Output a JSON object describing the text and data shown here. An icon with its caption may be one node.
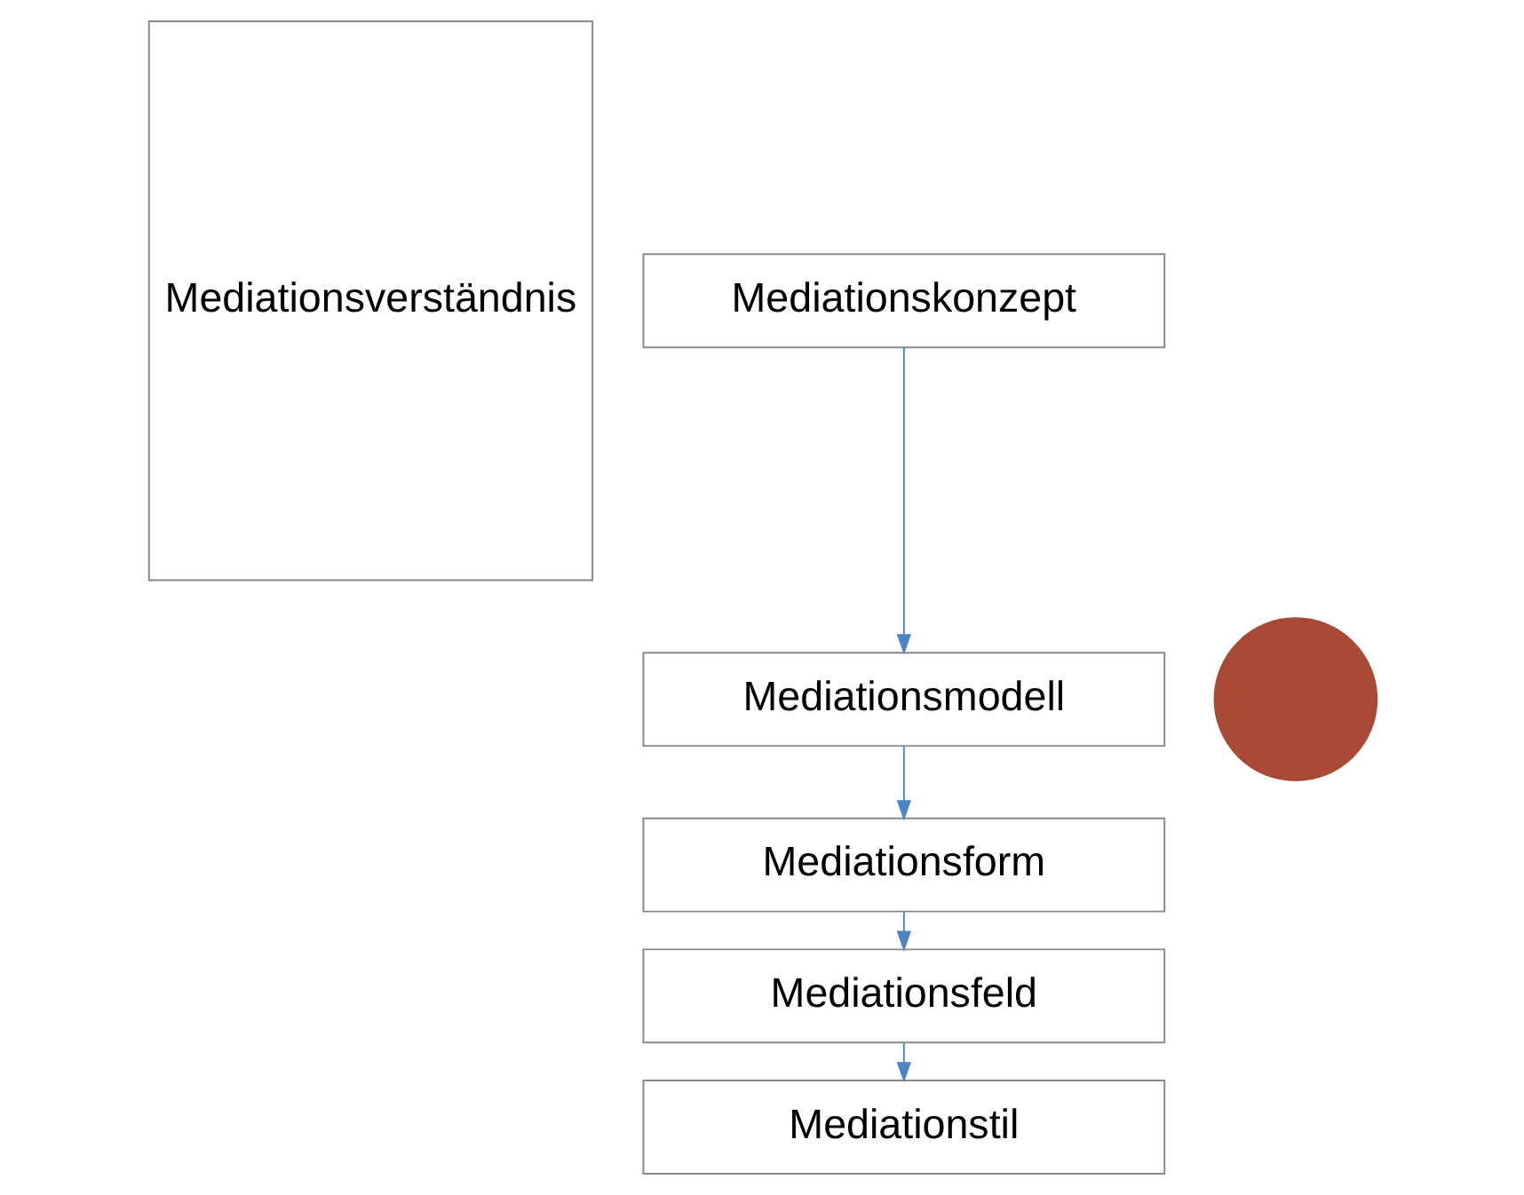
{
  "diagram": {
    "nodes": [
      {
        "text": [
          "Mediationsverständnis"
        ]
      },
      {
        "text": [
          "Mediationskonzept"
        ]
      },
      {
        "text": [
          "Mediationsmodell"
        ]
      },
      {
        "text": [
          "Mediationsform"
        ]
      },
      {
        "text": [
          "Mediationsfeld"
        ]
      },
      {
        "text": [
          "Mediationstil"
        ]
      },
      {
        "text": [],
        "shape": "circle"
      }
    ],
    "edges": [
      {
        "from": 1,
        "to": 2,
        "arrow": "to"
      },
      {
        "from": 2,
        "to": 3,
        "arrow": "to"
      },
      {
        "from": 3,
        "to": 4,
        "arrow": "to"
      },
      {
        "from": 4,
        "to": 5,
        "arrow": "to"
      }
    ]
  }
}
